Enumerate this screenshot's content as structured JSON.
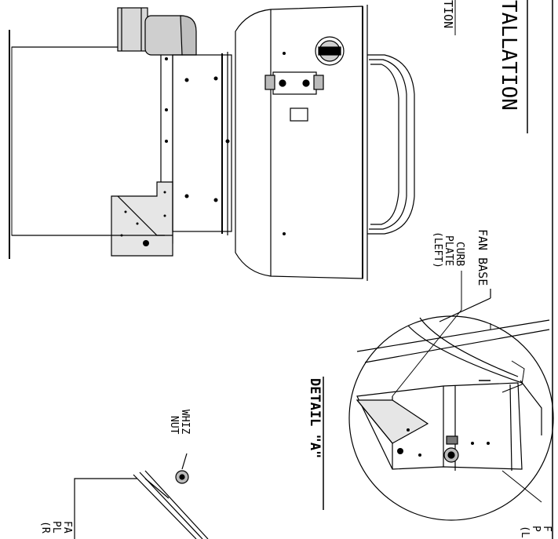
{
  "labels": {
    "title_fragment": "TALLATION",
    "subtitle_fragment": "TION",
    "fan_base": "FAN BASE",
    "curb_plate_line1": "CURB",
    "curb_plate_line2": "PLATE",
    "curb_plate_line3": "(LEFT)",
    "detail_a": "DETAIL \"A\"",
    "whiz_line1": "WHIZ",
    "whiz_line2": "NUT",
    "fan_plate_r_line1": "FA",
    "fan_plate_r_line2": "PL",
    "fan_plate_r_line3": "(R",
    "fan_plate_br_line1": "F",
    "fan_plate_br_line2": "P",
    "fan_plate_br_line3": "(L"
  },
  "colors": {
    "line": "#000000",
    "paper": "#ffffff"
  }
}
